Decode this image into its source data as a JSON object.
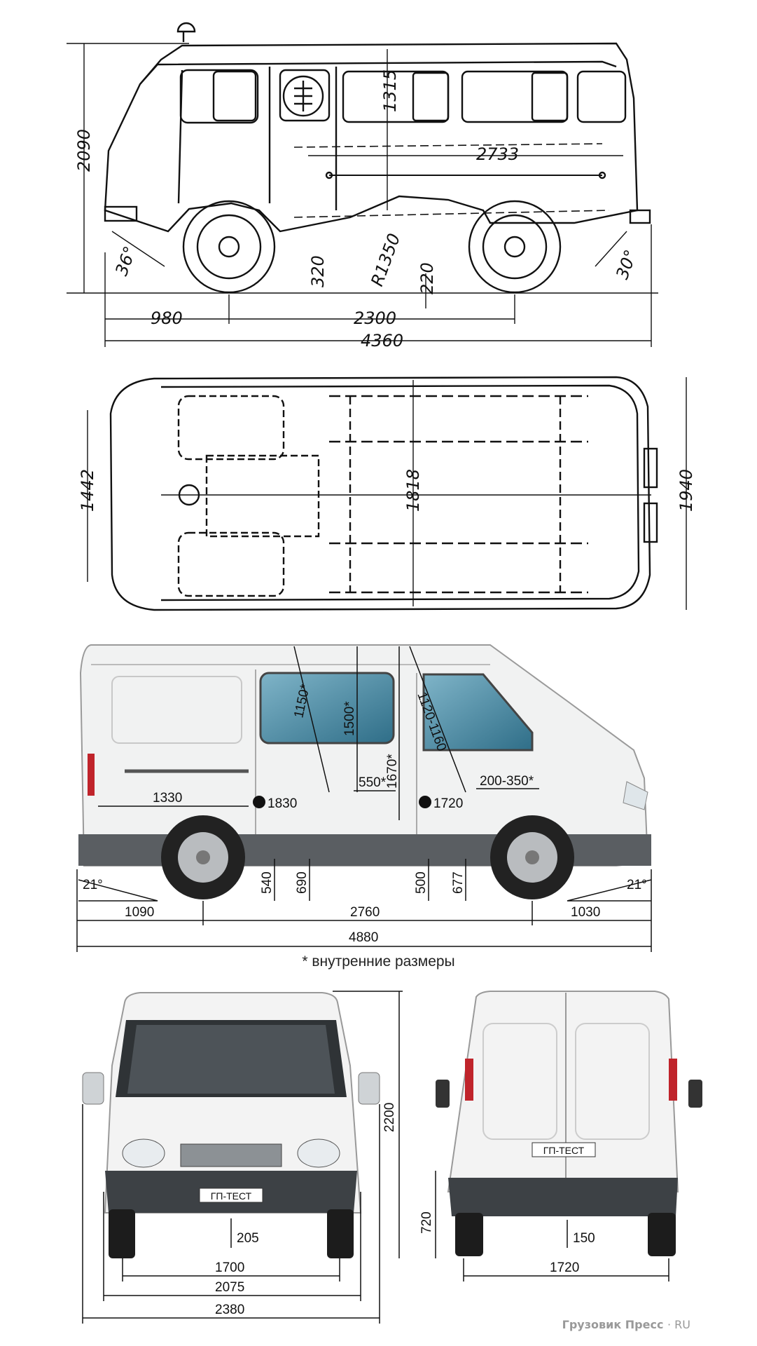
{
  "uaz_side": {
    "height": "2090",
    "roof_height": "1315",
    "cargo_length": "2733",
    "approach_angle": "36°",
    "departure_angle": "30°",
    "step": "320",
    "ramp_radius": "R1350",
    "clearance": "220",
    "front_overhang": "980",
    "wheelbase": "2300",
    "length": "4360"
  },
  "uaz_top": {
    "width_front": "1442",
    "width_inner": "1818",
    "width_overall": "1940"
  },
  "gazel_side": {
    "door_diag": "1150*",
    "window_height": "1500*",
    "door2_diag": "1120-1160",
    "inner_height": "1670*",
    "door_width": "550*",
    "seat_span": "200-350*",
    "rear_length": "1330",
    "point_a": "1830",
    "point_b": "1720",
    "sill_a": "540",
    "sill_b": "690",
    "sill_c": "500",
    "sill_d": "677",
    "angle_rear": "21°",
    "angle_front": "21°",
    "rear_overhang": "1090",
    "wheelbase": "2760",
    "front_overhang": "1030",
    "length": "4880"
  },
  "note": "* внутренние размеры",
  "gazel_front": {
    "height": "2200",
    "clearance": "205",
    "track": "1700",
    "body_width": "2075",
    "mirror_width": "2380",
    "plate": "ГП-ТЕСТ"
  },
  "gazel_rear": {
    "load_height": "720",
    "clearance": "150",
    "track": "1720",
    "plate": "ГП-ТЕСТ"
  },
  "watermark": {
    "brand": "Грузовик Пресс",
    "suffix": "· RU"
  }
}
